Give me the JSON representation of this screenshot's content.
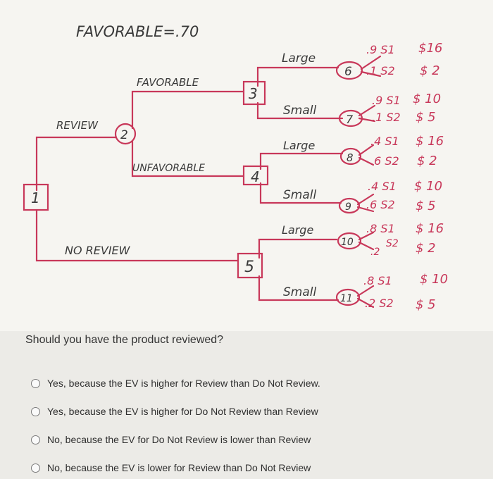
{
  "tree": {
    "header": "FAVORABLE=.70",
    "labels": {
      "review": "REVIEW",
      "no_review": "NO REVIEW",
      "favorable": "FAVORABLE",
      "unfavorable": "UNFAVORABLE",
      "large": "Large",
      "small": "Small"
    },
    "nodes": {
      "n1": "1",
      "n2": "2",
      "n3": "3",
      "n4": "4",
      "n5": "5",
      "n6": "6",
      "n7": "7",
      "n8": "8",
      "n9": "9",
      "n10": "10",
      "n11": "11"
    },
    "outcomes": {
      "o6a": ".9 S1",
      "o6b": ".1 S2",
      "v6a": "$16",
      "v6b": "$ 2",
      "o7a": ".9 S1",
      "o7b": ".1 S2",
      "v7a": "$ 10",
      "v7b": "$ 5",
      "o8a": ".4 S1",
      "o8b": ".6 S2",
      "v8a": "$ 16",
      "v8b": "$ 2",
      "o9a": ".4 S1",
      "o9b": ".6 S2",
      "v9a": "$ 10",
      "v9b": "$ 5",
      "o10a": ".8 S1",
      "o10b": ".2",
      "o10c": "S2",
      "v10a": "$ 16",
      "v10b": "$ 2",
      "o11a": ".8 S1",
      "o11b": ".2 S2",
      "v11a": "$ 10",
      "v11b": "$ 5"
    }
  },
  "question": "Should you have the product reviewed?",
  "options": [
    "Yes, because the EV is higher for Review than Do Not Review.",
    "Yes, because the EV is higher for Do Not Review than Review",
    "No, because the EV for Do Not Review is lower than Review",
    "No, because the EV is lower for Review than Do Not Review"
  ]
}
